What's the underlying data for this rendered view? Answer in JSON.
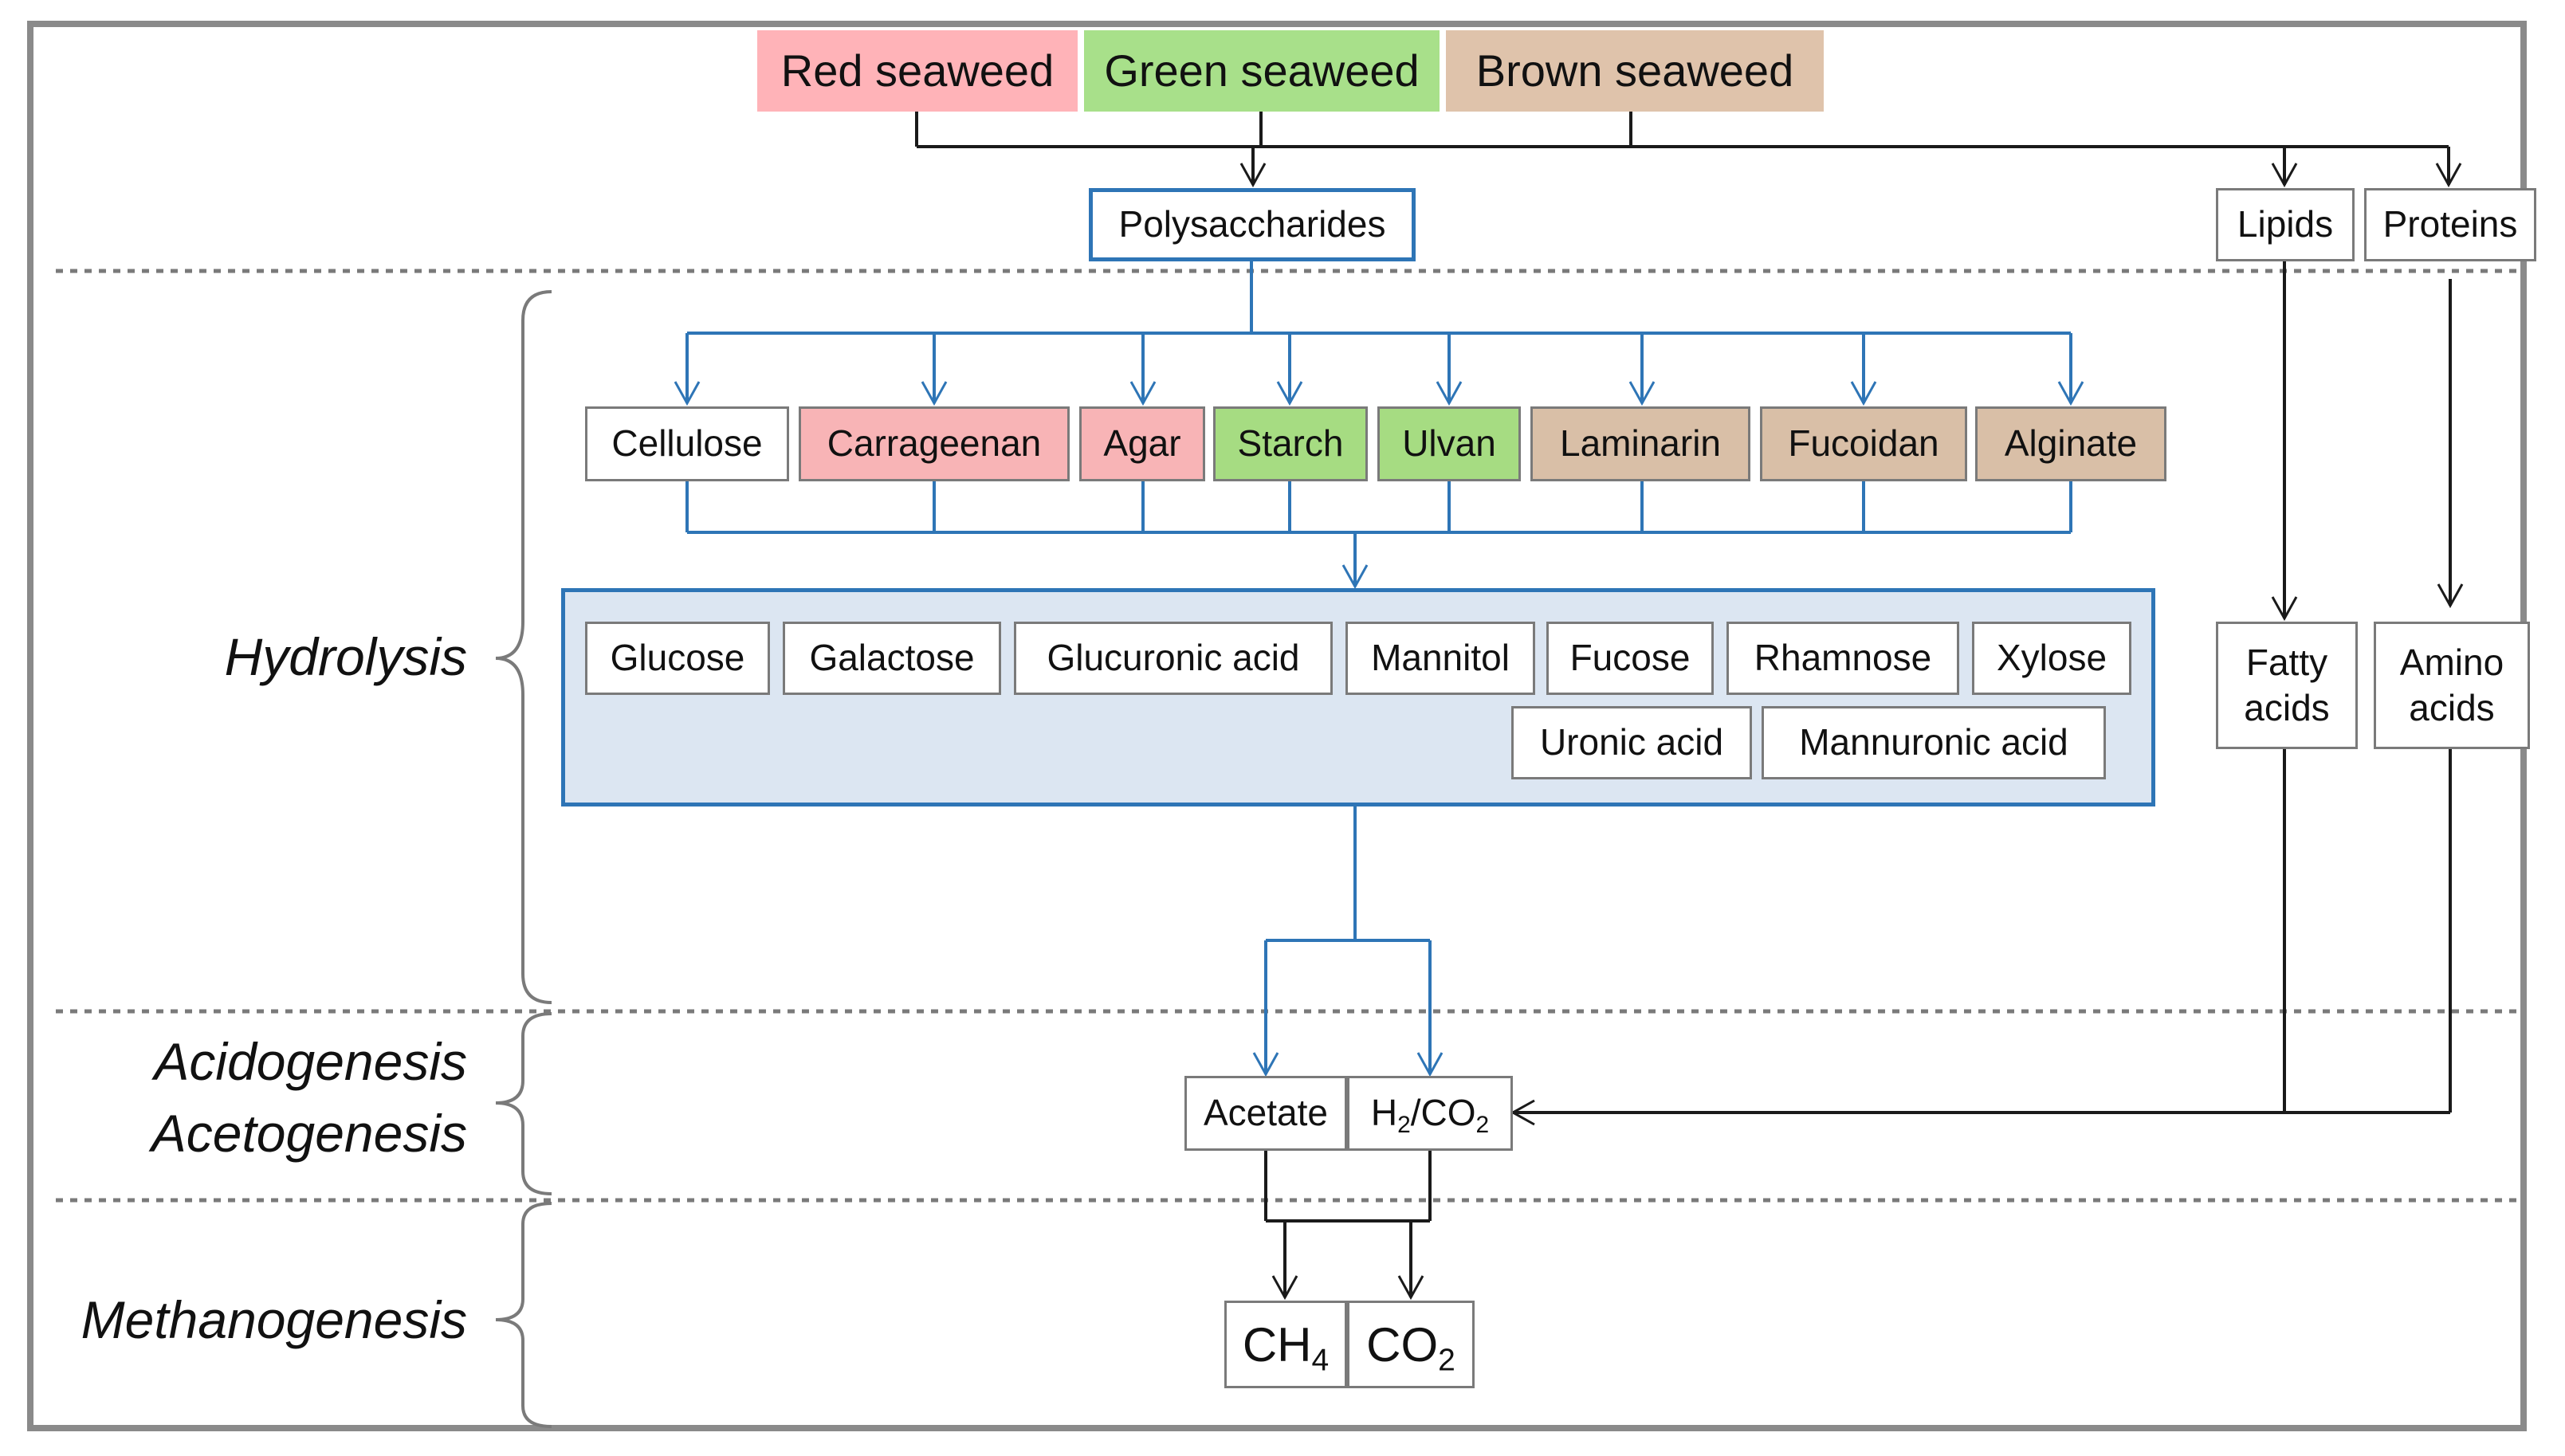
{
  "seaweeds": {
    "red": "Red seaweed",
    "green": "Green seaweed",
    "brown": "Brown seaweed"
  },
  "components": {
    "polysaccharides": "Polysaccharides",
    "lipids": "Lipids",
    "proteins": "Proteins"
  },
  "polysaccharide_types": [
    "Cellulose",
    "Carrageenan",
    "Agar",
    "Starch",
    "Ulvan",
    "Laminarin",
    "Fucoidan",
    "Alginate"
  ],
  "monomers_row1": [
    "Glucose",
    "Galactose",
    "Glucuronic acid",
    "Mannitol",
    "Fucose",
    "Rhamnose",
    "Xylose"
  ],
  "monomers_row2": [
    "Uronic acid",
    "Mannuronic acid"
  ],
  "hydrolysis_products": {
    "fatty_acids": [
      "Fatty",
      "acids"
    ],
    "amino_acids": [
      "Amino",
      "acids"
    ]
  },
  "intermediates": {
    "acetate": "Acetate",
    "h2_main": "H",
    "h2_sub": "2",
    "h2_slash_co": "/CO",
    "h2_co2_sub": "2"
  },
  "products": {
    "ch": "CH",
    "ch4_sub": "4",
    "co": "CO",
    "co2_sub": "2"
  },
  "stages": {
    "hydrolysis": "Hydrolysis",
    "acidogenesis": "Acidogenesis",
    "acetogenesis": "Acetogenesis",
    "methanogenesis": "Methanogenesis"
  },
  "colors": {
    "red_seaweed": "#ffb3b8",
    "green_seaweed": "#a8e08a",
    "brown_seaweed": "#dfc3ab",
    "red_fill": "#f8b4b6",
    "green_fill": "#a6dc82",
    "brown_fill": "#d9bfa7",
    "blue_accent": "#2e75b6",
    "panel_fill": "#dce6f2"
  }
}
